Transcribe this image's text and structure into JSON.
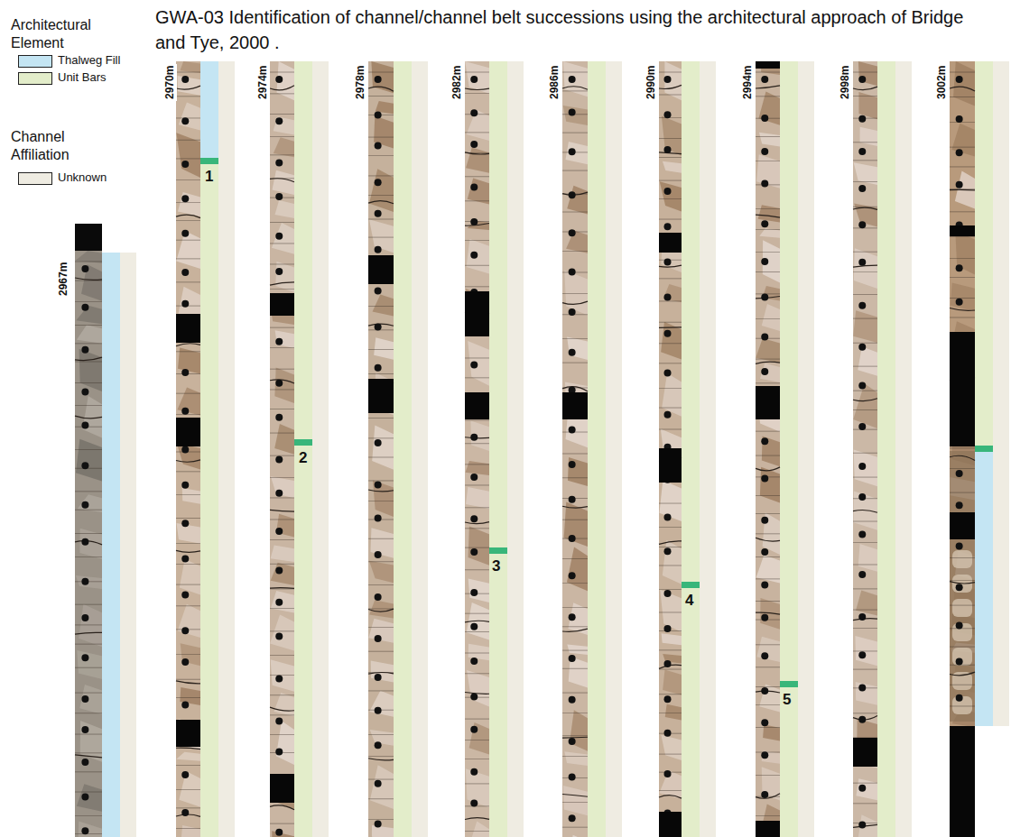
{
  "diagram": {
    "title": "GWA-03 Identification of channel/channel belt successions using the architectural approach of Bridge and Tye, 2000 .",
    "labels": [
      "Architectural Element",
      "Channel Affiliation",
      "2967m",
      "2970m",
      "2974m",
      "2978m",
      "2982m",
      "2986m",
      "2990m",
      "2994m",
      "2998m",
      "3002m",
      "1",
      "2",
      "3",
      "4",
      "5"
    ],
    "legend": [
      {
        "text": "Thalweg Fill",
        "color": "#c4e5f3"
      },
      {
        "text": "Unit Bars",
        "color": "#e3edca"
      },
      {
        "text": "Unknown",
        "color": "#efece2"
      }
    ]
  }
}
